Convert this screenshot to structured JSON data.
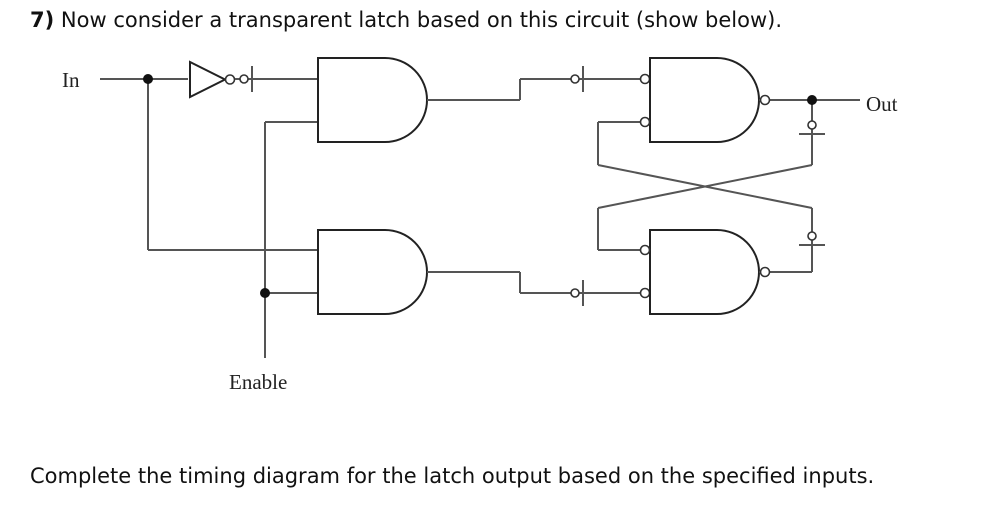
{
  "question": {
    "number": "7)",
    "text": "Now consider a transparent latch based on this circuit (show below)."
  },
  "diagram": {
    "input_label": "In",
    "output_label": "Out",
    "enable_label": "Enable"
  },
  "footer": {
    "text": "Complete the timing diagram for the latch output based on the specified inputs."
  }
}
